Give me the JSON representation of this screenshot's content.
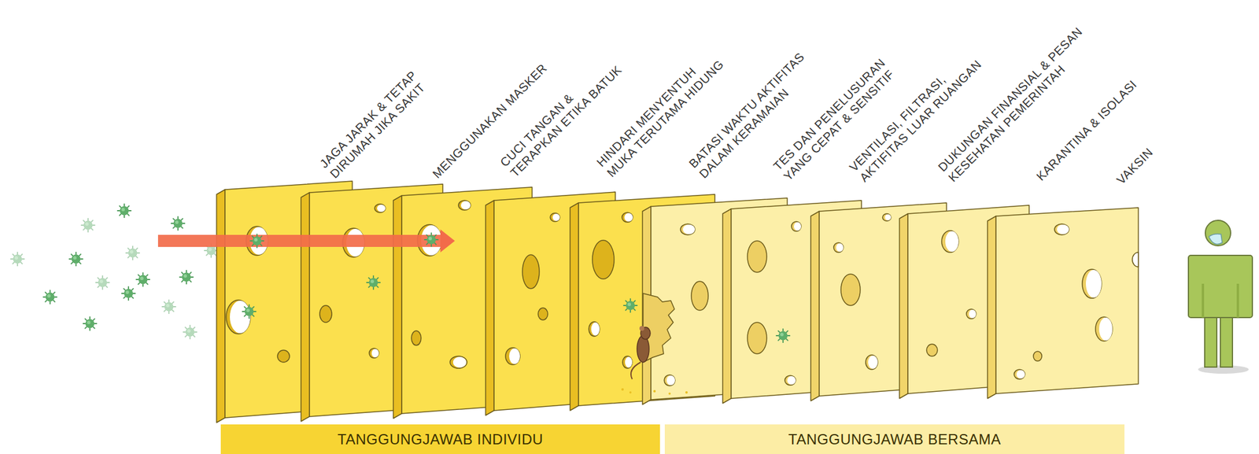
{
  "diagram": {
    "nodes": [
      {
        "text": [
          "TANGGUNGJAWAB INDIVIDU"
        ]
      },
      {
        "text": [
          "TANGGUNGJAWAB BERSAMA"
        ]
      }
    ],
    "labels": [
      "JAGA JARAK & TETAP DIRUMAH JIKA SAKIT",
      "MENGGUNAKAN MASKER",
      "CUCI TANGAN & TERAPKAN ETIKA BATUK",
      "HINDARI MENYENTUH MUKA TERUTAMA HIDUNG",
      "BATASI WAKTU AKTIFITAS DALAM KERAMAIAN",
      "TES DAN PENELUSURAN YANG CEPAT & SENSITIF",
      "VENTILASI, FILTRASI, AKTIFITAS LUAR RUANGAN",
      "DUKUNGAN FINANSIAL & PESAN KESEHATAN PEMERINTAH",
      "KARANTINA & ISOLASI",
      "VAKSIN"
    ]
  }
}
